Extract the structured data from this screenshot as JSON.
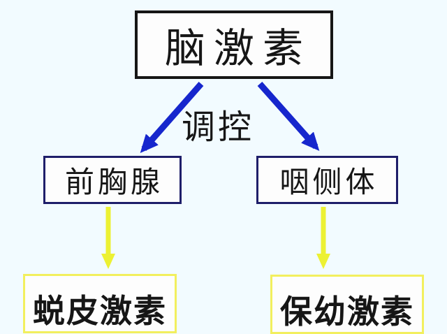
{
  "diagram": {
    "root": {
      "label": "脑激素"
    },
    "edge_label": "调控",
    "glands": [
      {
        "label": "前胸腺"
      },
      {
        "label": "咽侧体"
      }
    ],
    "hormones": [
      {
        "label": "蜕皮激素"
      },
      {
        "label": "保幼激素"
      }
    ]
  },
  "colors": {
    "background": "#f2fbff",
    "box-fill": "#fdfdfd",
    "text": "#161616",
    "top-border": "#161616",
    "mid-border": "#1e1e6a",
    "bottom-border": "#f2ef5e",
    "blue-arrow": "#1626cd",
    "yellow-arrow": "#ecf133"
  }
}
